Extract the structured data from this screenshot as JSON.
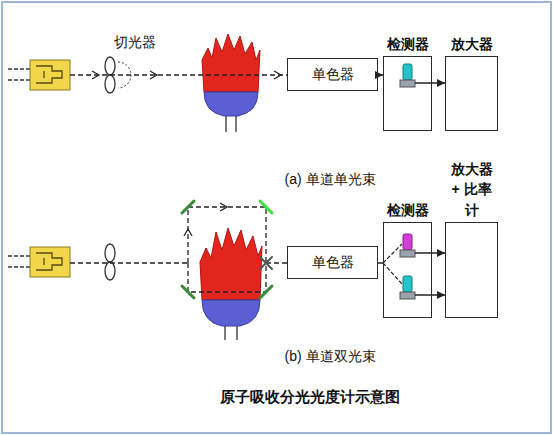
{
  "diagram": {
    "title": "原子吸收分光光度计示意图",
    "nodes": [
      {
        "text": [
          "单色器"
        ]
      },
      {
        "text": [
          "检测器"
        ]
      },
      {
        "text": [
          "放大器"
        ]
      },
      {
        "text": [
          "单色器"
        ]
      },
      {
        "text": [
          "检测器"
        ]
      },
      {
        "text": [
          "放大器 + 比率计"
        ]
      }
    ],
    "edges": [
      {
        "from": 0,
        "to": 1,
        "arrow": "to"
      },
      {
        "from": 1,
        "to": 2,
        "arrow": "to"
      },
      {
        "from": 3,
        "to": 4,
        "arrow": "none"
      },
      {
        "from": 4,
        "to": 5,
        "arrow": "to"
      }
    ],
    "labels": [
      "切光器",
      "(a) 单道单光束",
      "(b) 单道双光束"
    ]
  }
}
